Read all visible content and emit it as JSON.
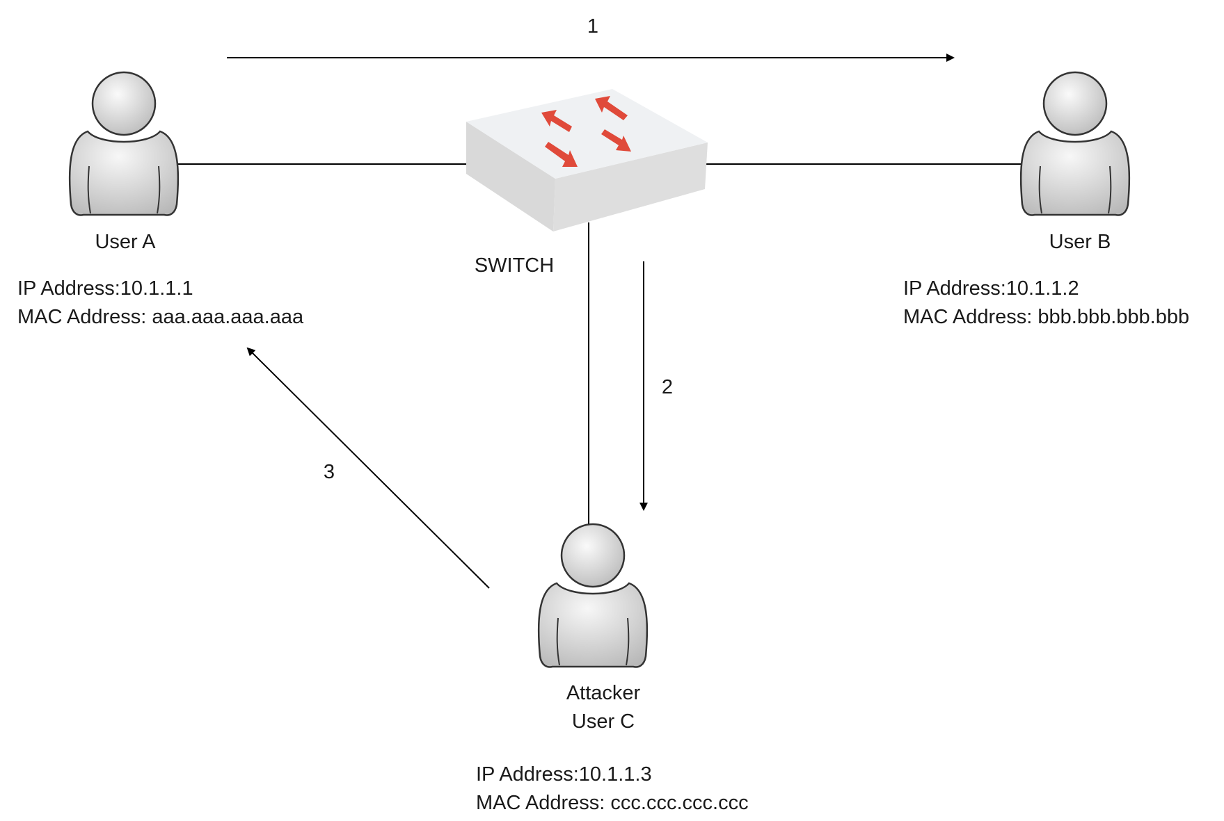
{
  "steps": {
    "one": "1",
    "two": "2",
    "three": "3"
  },
  "switch": {
    "label": "SWITCH",
    "arrow_color": "#e04a3a"
  },
  "user_a": {
    "name": "User A",
    "ip": "IP Address:10.1.1.1",
    "mac": "MAC Address: aaa.aaa.aaa.aaa"
  },
  "user_b": {
    "name": "User B",
    "ip": "IP Address:10.1.1.2",
    "mac": "MAC Address: bbb.bbb.bbb.bbb"
  },
  "user_c": {
    "role": "Attacker",
    "name": "User C",
    "ip": "IP Address:10.1.1.3",
    "mac": "MAC Address: ccc.ccc.ccc.ccc"
  }
}
